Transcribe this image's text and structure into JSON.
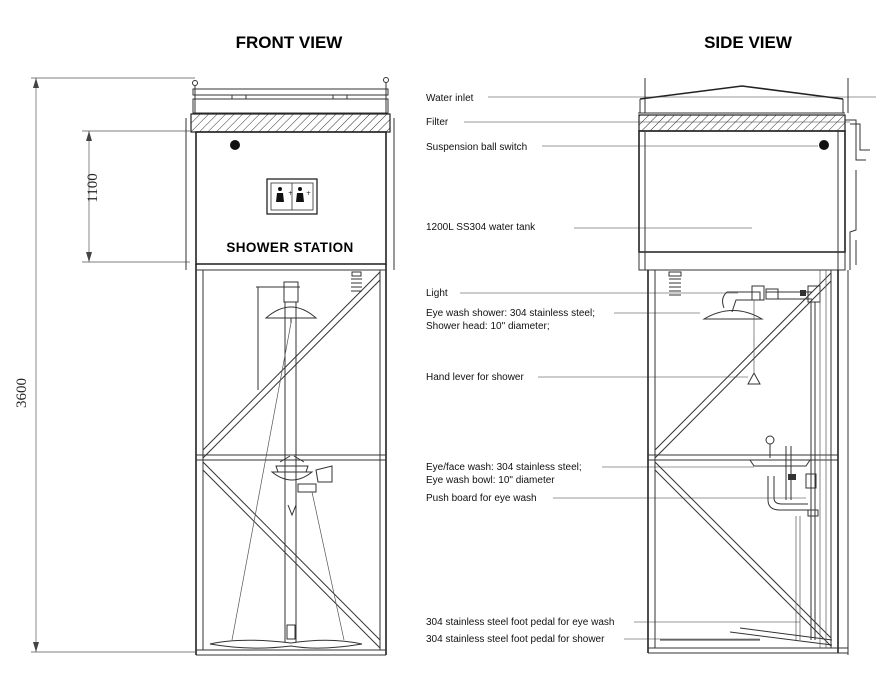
{
  "front_view": {
    "title": "FRONT VIEW",
    "station_label": "SHOWER STATION",
    "dimension_total": "3600",
    "dimension_tank": "1100"
  },
  "side_view": {
    "title": "SIDE VIEW",
    "callouts": [
      "Water inlet",
      "Filter",
      "Suspension ball switch",
      "1200L SS304 water tank",
      "Light",
      "Eye wash shower: 304 stainless steel;",
      "Shower head: 10\" diameter;",
      "Hand lever for shower",
      "Eye/face wash: 304 stainless steel;",
      "Eye wash bowl: 10\" diameter",
      "Push board for eye wash",
      "304 stainless steel foot pedal for eye wash",
      "304 stainless steel foot pedal for shower"
    ]
  }
}
